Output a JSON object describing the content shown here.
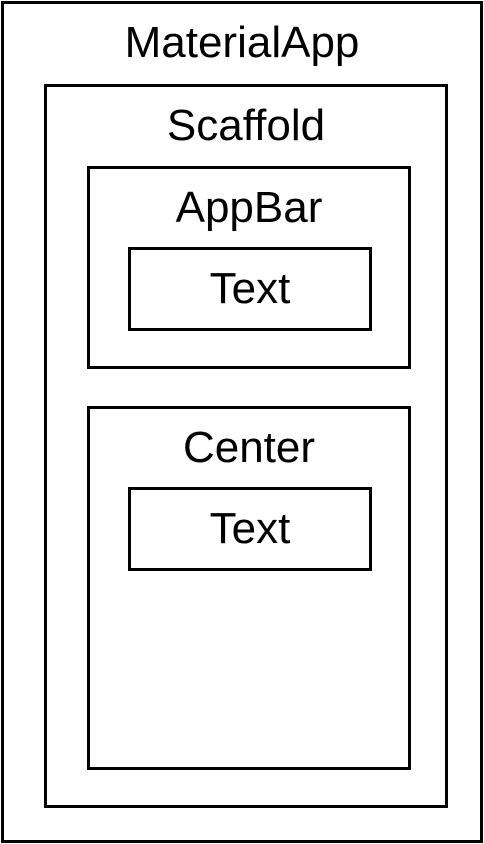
{
  "diagram": {
    "material_app": {
      "label": "MaterialApp"
    },
    "scaffold": {
      "label": "Scaffold"
    },
    "appbar": {
      "label": "AppBar",
      "child": {
        "label": "Text"
      }
    },
    "center": {
      "label": "Center",
      "child": {
        "label": "Text"
      }
    }
  }
}
